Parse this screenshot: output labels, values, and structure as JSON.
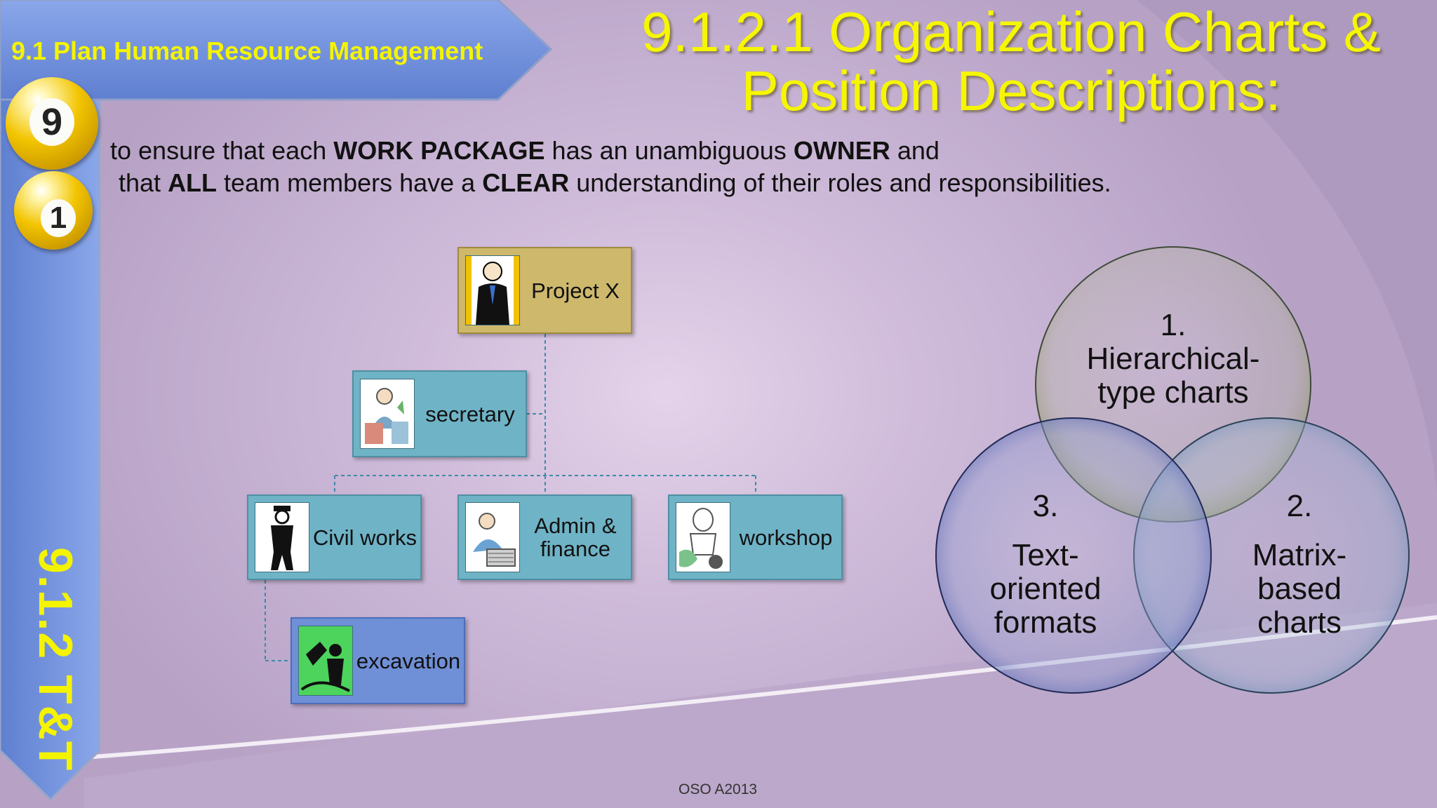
{
  "banner": {
    "text": "9.1 Plan Human Resource Management"
  },
  "sidebar": {
    "text": "9.1.2 T&T"
  },
  "balls": {
    "top": "9",
    "bottom": "1"
  },
  "title": {
    "line1": "9.1.2.1 Organization Charts &",
    "line2": "Position Descriptions:"
  },
  "intro": {
    "l1a": "to ensure that each ",
    "l1b": "WORK PACKAGE",
    "l1c": " has an unambiguous ",
    "l1d": "OWNER",
    "l1e": " and",
    "l2a": "that ",
    "l2b": "ALL",
    "l2c": " team members have a ",
    "l2d": "CLEAR",
    "l2e": " understanding of their roles and responsibilities."
  },
  "org_chart": {
    "root": "Project X",
    "assistant": "secretary",
    "children": [
      "Civil works",
      "Admin &\nfinance",
      "workshop"
    ],
    "sub": "excavation"
  },
  "venn": {
    "c1": {
      "num": "1.",
      "text1": "Hierarchical-",
      "text2": "type charts"
    },
    "c2": {
      "num": "2.",
      "text1": "Matrix-",
      "text2": "based",
      "text3": "charts"
    },
    "c3": {
      "num": "3.",
      "text1": "Text-",
      "text2": "oriented",
      "text3": "formats"
    }
  },
  "footer": {
    "text": "OSO A2013"
  },
  "colors": {
    "accent_yellow": "#f6f600",
    "banner_blue": "#6f8fdc",
    "teal_box": "#6fb3c6",
    "gold_box": "#cdb86c"
  }
}
